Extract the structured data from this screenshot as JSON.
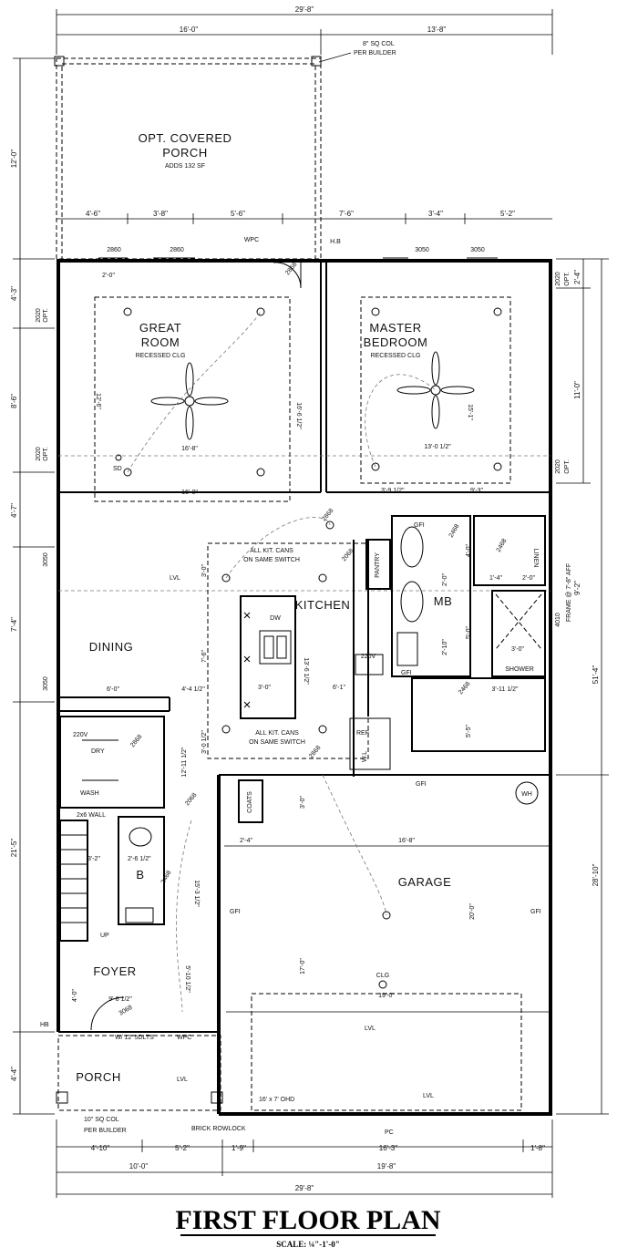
{
  "title": "FIRST FLOOR PLAN",
  "scale": "SCALE: ¼\"-1'-0\"",
  "rooms": {
    "porch_covered": "OPT. COVERED",
    "porch_covered_2": "PORCH",
    "porch_covered_note": "ADDS 132 SF",
    "great_room": "GREAT",
    "great_room_2": "ROOM",
    "great_room_note": "RECESSED CLG",
    "master": "MASTER",
    "master_2": "BEDROOM",
    "master_note": "RECESSED CLG",
    "kitchen": "KITCHEN",
    "dining": "DINING",
    "mb": "MB",
    "garage": "GARAGE",
    "foyer": "FOYER",
    "porch": "PORCH",
    "pantry": "PANTRY",
    "coats": "COATS",
    "linen": "LINEN",
    "shower": "SHOWER",
    "dw": "DW",
    "ref": "REF",
    "wh": "WH",
    "dry": "DRY",
    "wash": "WASH",
    "up": "UP",
    "b": "B",
    "wl": "W.L"
  },
  "notes": {
    "col_top": "8\" SQ COL",
    "col_top_2": "PER BUILDER",
    "col_bottom": "10\" SQ COL",
    "col_bottom_2": "PER BUILDER",
    "cans_1": "ALL KIT. CANS",
    "cans_1b": "ON SAME SWITCH",
    "cans_2": "ALL KIT. CANS",
    "cans_2b": "ON SAME SWITCH",
    "lvl": "LVL",
    "hb": "H.B",
    "hb2": "HB",
    "wpc": "WPC",
    "sd": "SD",
    "gfi": "GFI",
    "ohd": "16' x 7' OHD",
    "rowlock": "BRICK ROWLOCK",
    "dlts": "W/ 12' 5DLTS",
    "clg": "CLG",
    "frame": "FRAME @ 7'-8\" AFF",
    "wall26": "2x6 WALL",
    "opt": "OPT.",
    "pc": "PC",
    "v220": "220V"
  },
  "dims": {
    "overall_top": "29'-8\"",
    "top_left": "16'-0\"",
    "top_right": "13'-8\"",
    "porch_depth": "12'-0\"",
    "w_1": "4'-6\"",
    "w_2": "3'-8\"",
    "w_3": "5'-6\"",
    "w_4": "7'-6\"",
    "w_5": "3'-4\"",
    "w_6": "5'-2\"",
    "win_1": "2860",
    "win_2": "2860",
    "win_3": "3050",
    "win_4": "3050",
    "gr_width": "16'-8\"",
    "gr_width_2": "16'-8\"",
    "gr_depth": "16'-6 1/2\"",
    "gr_clg": "12'-6\"",
    "mb_width": "13'-0 1/2\"",
    "mb_depth": "15'-1\"",
    "left_1": "4'-3\"",
    "left_2": "8'-6\"",
    "left_3": "4'-7\"",
    "left_4": "7'-4\"",
    "left_5": "21'-5\"",
    "left_6": "4'-4\"",
    "right_1": "2'-4\"",
    "right_2": "11'-0\"",
    "right_3": "9'-2\"",
    "right_4": "51'-4\"",
    "right_5": "28'-10\"",
    "win_opt_1": "2020",
    "win_opt_2": "2020",
    "win_opt_3": "2020",
    "win_opt_4": "2020",
    "win_4010": "4010",
    "dining_w": "6'-0\"",
    "dining_gap": "4'-4 1/2\"",
    "island_w": "3'-0\"",
    "kit_w": "6'-1\"",
    "kit_depth": "13'-6 1/2\"",
    "kit_1": "3'-0\"",
    "kit_2": "7'-6\"",
    "kit_3": "3'-0 1/2\"",
    "hall": "12'-11 1/2\"",
    "garage_w": "16'-8\"",
    "garage_d": "20'-0\"",
    "garage_2": "17'-0\"",
    "garage_3": "19'-0\"",
    "garage_4": "2'-4\"",
    "garage_5": "3'-0\"",
    "bath_w": "3'-11 1/2\"",
    "bath_d": "5'-5\"",
    "bath_2": "2'-10\"",
    "bath_3": "5'-0\"",
    "bath_4": "3'-0\"",
    "bath_5": "4'-0\"",
    "bath_6": "2'-0\"",
    "bath_7": "1'-4\"",
    "mb_3": "3'-9 1/2\"",
    "mb_4": "9'-3\"",
    "foyer_1": "9'-8 1/2\"",
    "foyer_2": "5'-10 1/2\"",
    "foyer_3": "15'-3 1/2\"",
    "foyer_4": "4'-0\"",
    "stair_1": "3'-2\"",
    "stair_2": "2'-6 1/2\"",
    "bot_1": "4'-10\"",
    "bot_2": "5'-2\"",
    "bot_3": "1'-9\"",
    "bot_4": "16'-3\"",
    "bot_5": "1'-8\"",
    "bot_6": "10'-0\"",
    "bot_7": "19'-8\"",
    "bot_8": "29'-8\"",
    "door_1": "2868",
    "door_2": "2868",
    "door_3": "2068",
    "door_4": "2868",
    "door_5": "2468",
    "door_6": "2468",
    "door_7": "2868",
    "door_8": "2068",
    "door_9": "2468",
    "door_10": "3068",
    "door_11": "2868",
    "door_12": "2468",
    "win_3050a": "3050",
    "win_3050b": "3050",
    "clos_1": "2'-0\"",
    "w5_0": "5'-0\""
  }
}
